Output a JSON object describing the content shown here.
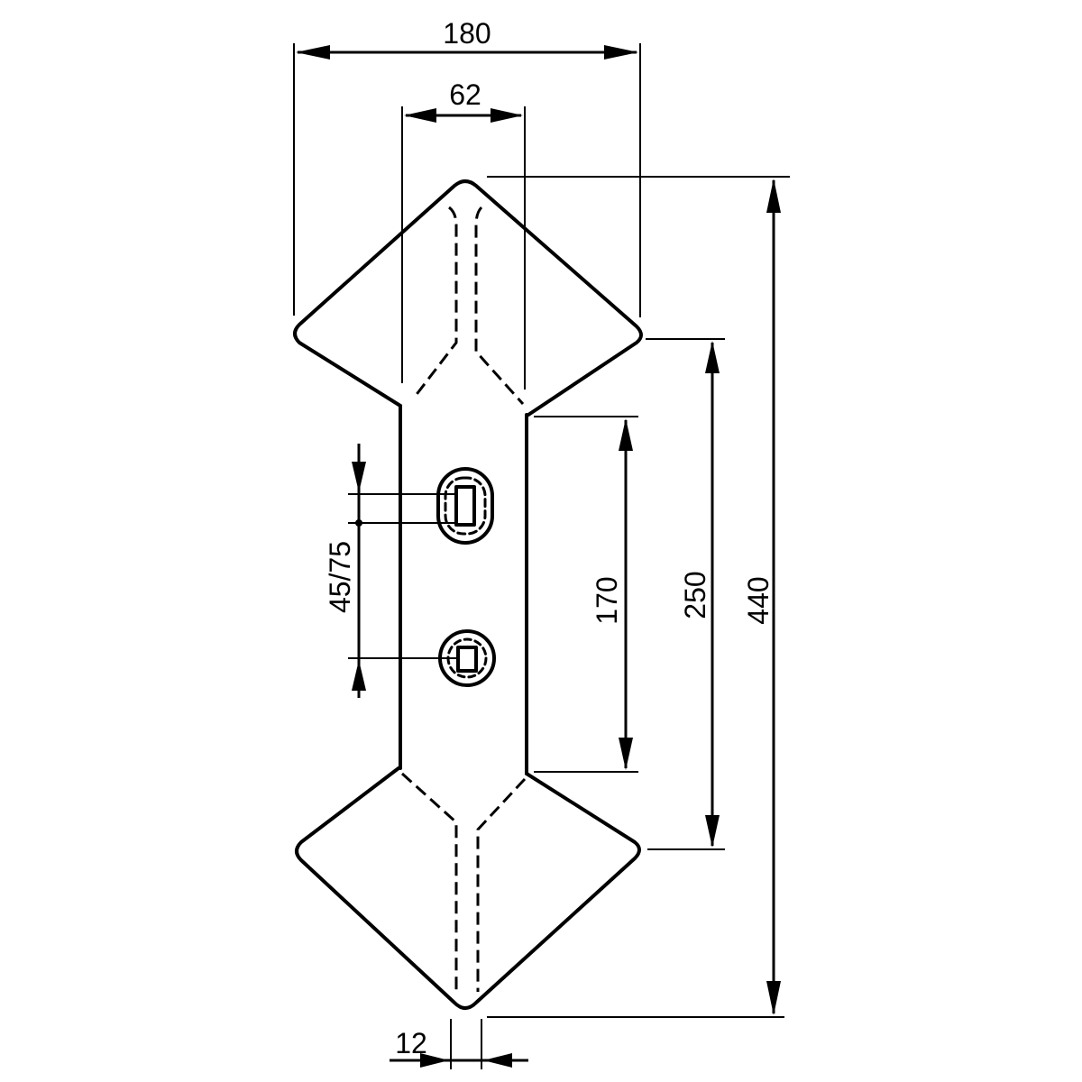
{
  "dimensions": {
    "overall_width": "180",
    "shank_width": "62",
    "overall_length": "440",
    "tip_to_tip_span": "250",
    "shank_length": "170",
    "hole_spacing": "45/75",
    "tip_width": "12"
  },
  "colors": {
    "line": "#000000",
    "background": "#ffffff"
  }
}
